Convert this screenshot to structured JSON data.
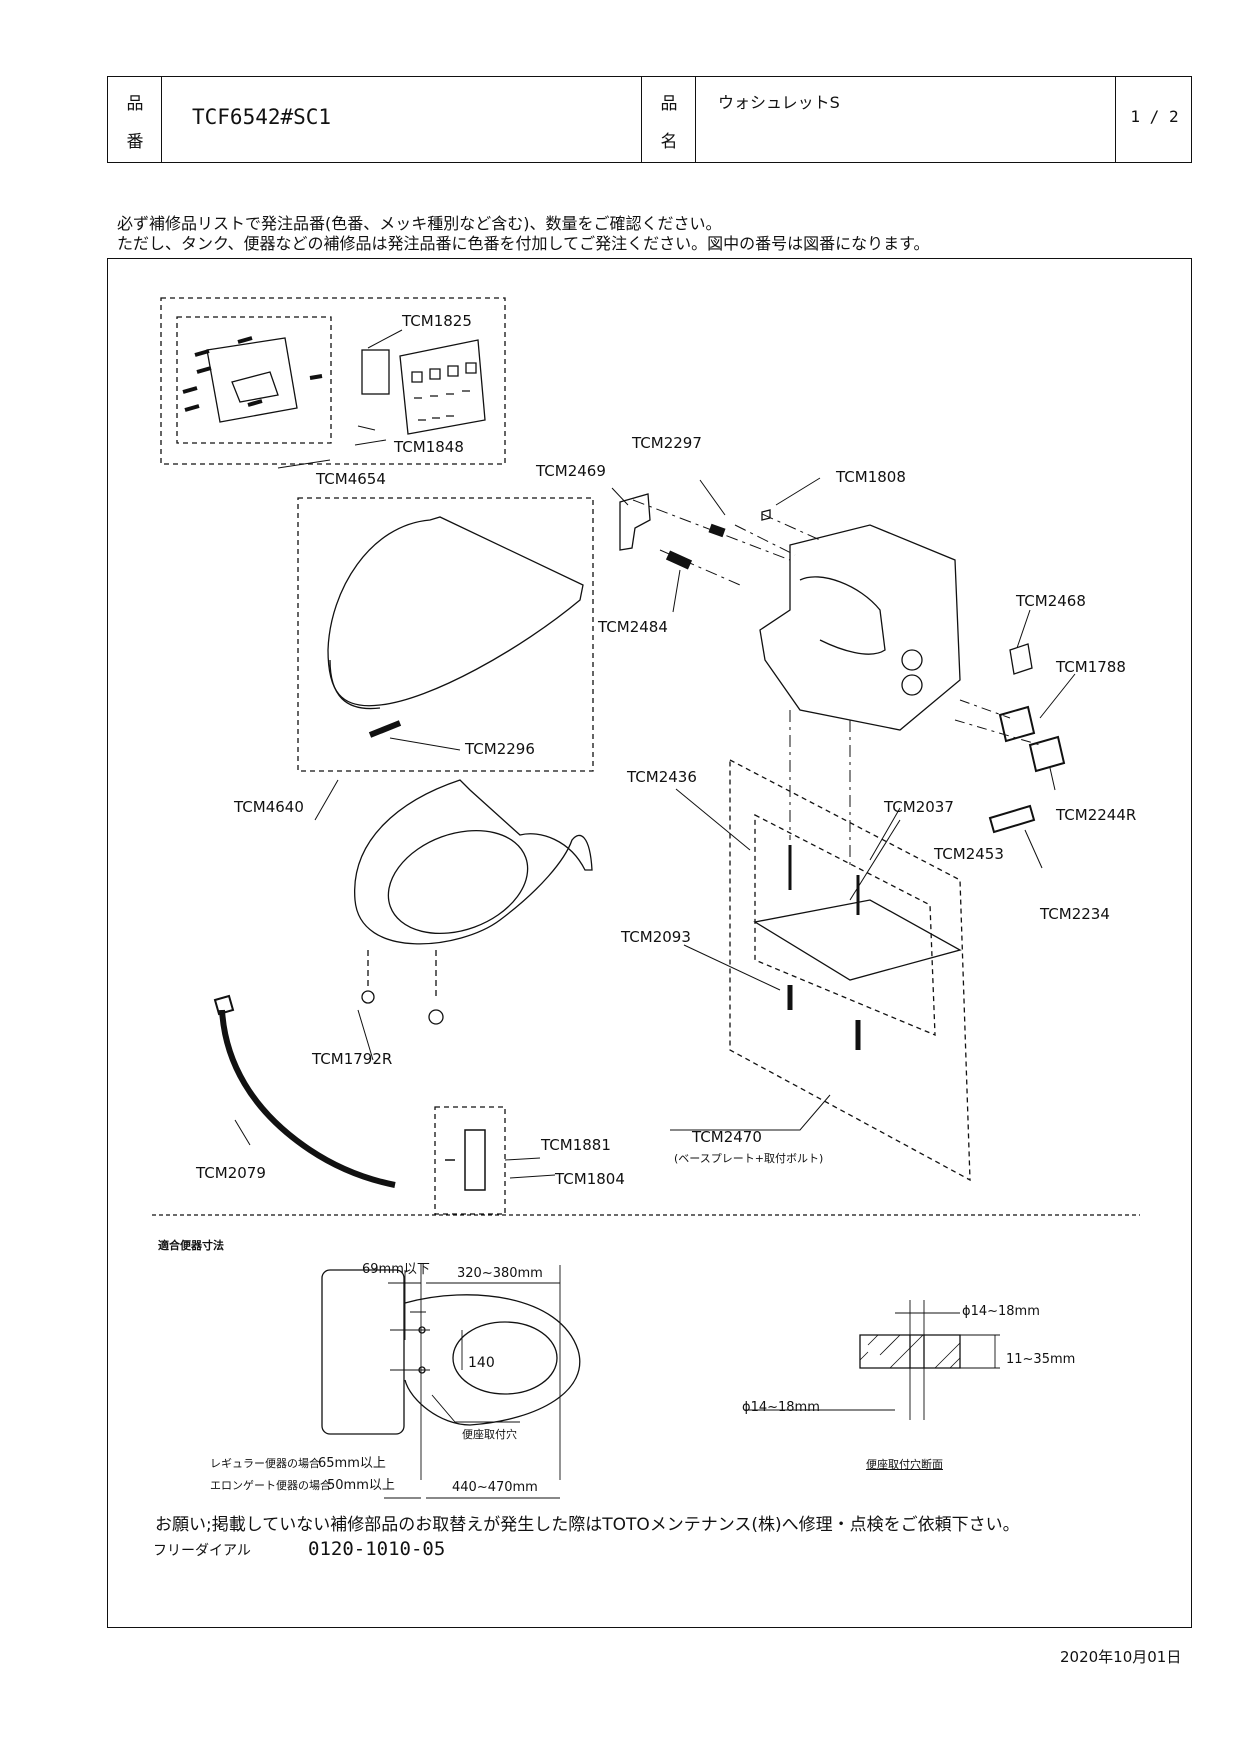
{
  "header": {
    "hin1": "品",
    "ban": "番",
    "part_no": "TCF6542#SC1",
    "hin2": "品",
    "mei": "名",
    "product_name": "ウォシュレットS",
    "page": "1 / 2"
  },
  "notes": [
    "必ず補修品リストで発注品番(色番、メッキ種別など含む)、数量をご確認ください。",
    "ただし、タンク、便器などの補修品は発注品番に色番を付加してご発注ください。図中の番号は図番になります。"
  ],
  "parts": {
    "tcm1825": "TCM1825",
    "tcm1848": "TCM1848",
    "tcm4654": "TCM4654",
    "tcm2297": "TCM2297",
    "tcm2469": "TCM2469",
    "tcm1808": "TCM1808",
    "tcm2484": "TCM2484",
    "tcm2468": "TCM2468",
    "tcm1788": "TCM1788",
    "tcm2296": "TCM2296",
    "tcm4640": "TCM4640",
    "tcm2436": "TCM2436",
    "tcm2244r": "TCM2244R",
    "tcm2037": "TCM2037",
    "tcm2453": "TCM2453",
    "tcm2234": "TCM2234",
    "tcm2093": "TCM2093",
    "tcm1792r": "TCM1792R",
    "tcm2470": "TCM2470",
    "tcm2470_note": "(ベースプレート+取付ボルト)",
    "tcm1881": "TCM1881",
    "tcm2079": "TCM2079",
    "tcm1804": "TCM1804"
  },
  "dimensions": {
    "title": "適合便器寸法",
    "d69": "69mm以下",
    "d320": "320~380mm",
    "d140": "140",
    "seat_hole": "便座取付穴",
    "regular": "レギュラー便器の場合",
    "regular_v": "65mm以上",
    "elongated": "エロンゲート便器の場合",
    "elongated_v": "50mm以上",
    "d440": "440~470mm",
    "phi_top": "ϕ14~18mm",
    "thickness": "11~35mm",
    "phi_bottom": "ϕ14~18mm",
    "section": "便座取付穴断面"
  },
  "footer": {
    "request": "お願い;掲載していない補修部品のお取替えが発生した際はTOTOメンテナンス(株)へ修理・点検をご依頼下さい。",
    "freedial_label": "フリーダイアル",
    "freedial": "0120-1010-05",
    "date": "2020年10月01日"
  }
}
